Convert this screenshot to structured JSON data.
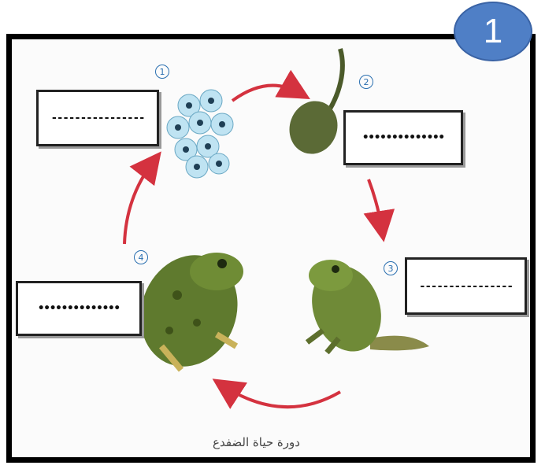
{
  "badge": {
    "text": "1"
  },
  "stages": [
    {
      "number": "1",
      "blank": "----------------"
    },
    {
      "number": "2",
      "blank": "••••••••••••••"
    },
    {
      "number": "3",
      "blank": "----------------"
    },
    {
      "number": "4",
      "blank": "••••••••••••••"
    }
  ],
  "caption": "دورة حياة الضفدع",
  "colors": {
    "arrow": "#d4323f",
    "frog": "#5f7a2e",
    "egg": "#bfe3f2",
    "badge": "#4f7fc6"
  }
}
